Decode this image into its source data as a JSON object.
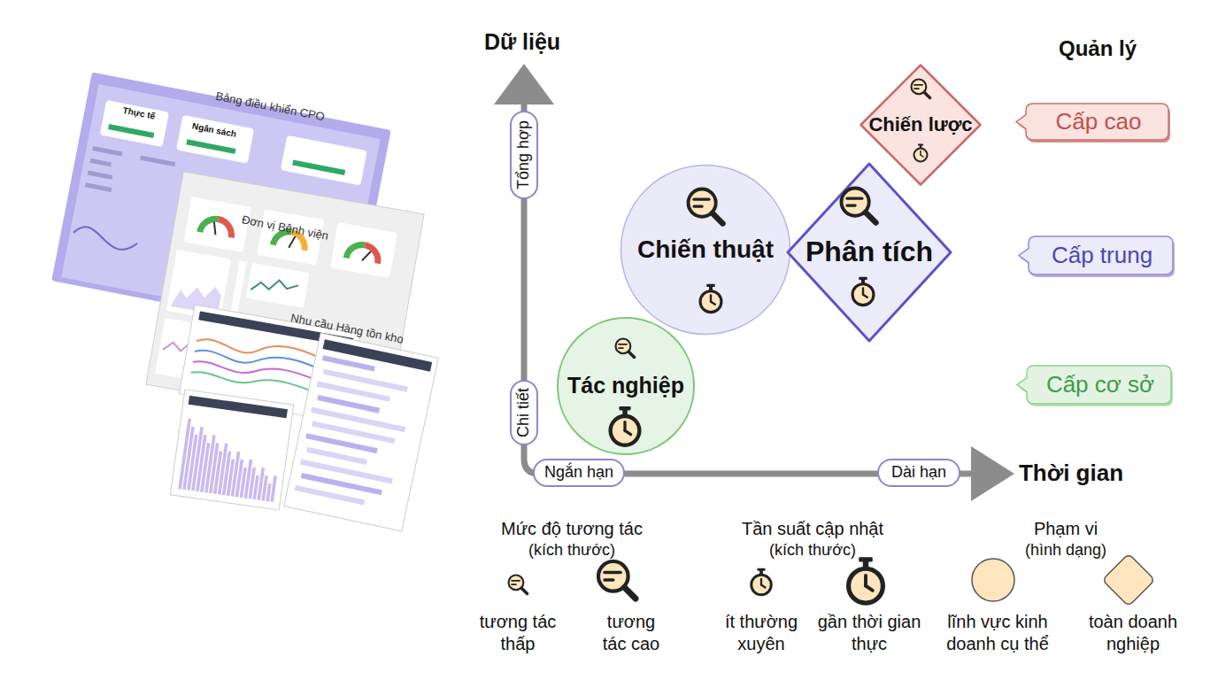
{
  "diagram": {
    "nodes": [
      {
        "text": [
          "Tổng hợp"
        ]
      },
      {
        "text": [
          "Chiến lược"
        ]
      },
      {
        "text": [
          "Cấp cao"
        ]
      },
      {
        "text": [
          "Chiến thuật"
        ]
      },
      {
        "text": [
          "Phân tích"
        ]
      },
      {
        "text": [
          "Cấp trung"
        ]
      },
      {
        "text": [
          "Tác nghiệp"
        ]
      },
      {
        "text": [
          "Cấp cơ sở"
        ]
      },
      {
        "text": [
          "Chi tiết"
        ]
      },
      {
        "text": [
          "Ngắn hạn"
        ]
      },
      {
        "text": [
          "Dài hạn"
        ]
      }
    ],
    "labels": [
      "Dữ liệu",
      "Quản lý",
      "Bảng điều khiển CPO",
      "Thực tế",
      "Ngân sách",
      "Đơn vị Bệnh viện",
      "Nhu cầu Hàng tồn kho",
      "Thời gian",
      "Mức độ tương tác",
      "(kích thước)",
      "Tần suất cập nhật",
      "(kích thước)",
      "Phạm vi",
      "(hình dạng)"
    ],
    "legend": [
      {
        "text": "tương tác thấp"
      },
      {
        "text": "tương tác cao"
      },
      {
        "text": "ít thường xuyên"
      },
      {
        "text": "gần thời gian thực"
      },
      {
        "text": "lĩnh vực kinh doanh cụ thể"
      },
      {
        "text": "toàn doanh nghiệp"
      }
    ]
  }
}
